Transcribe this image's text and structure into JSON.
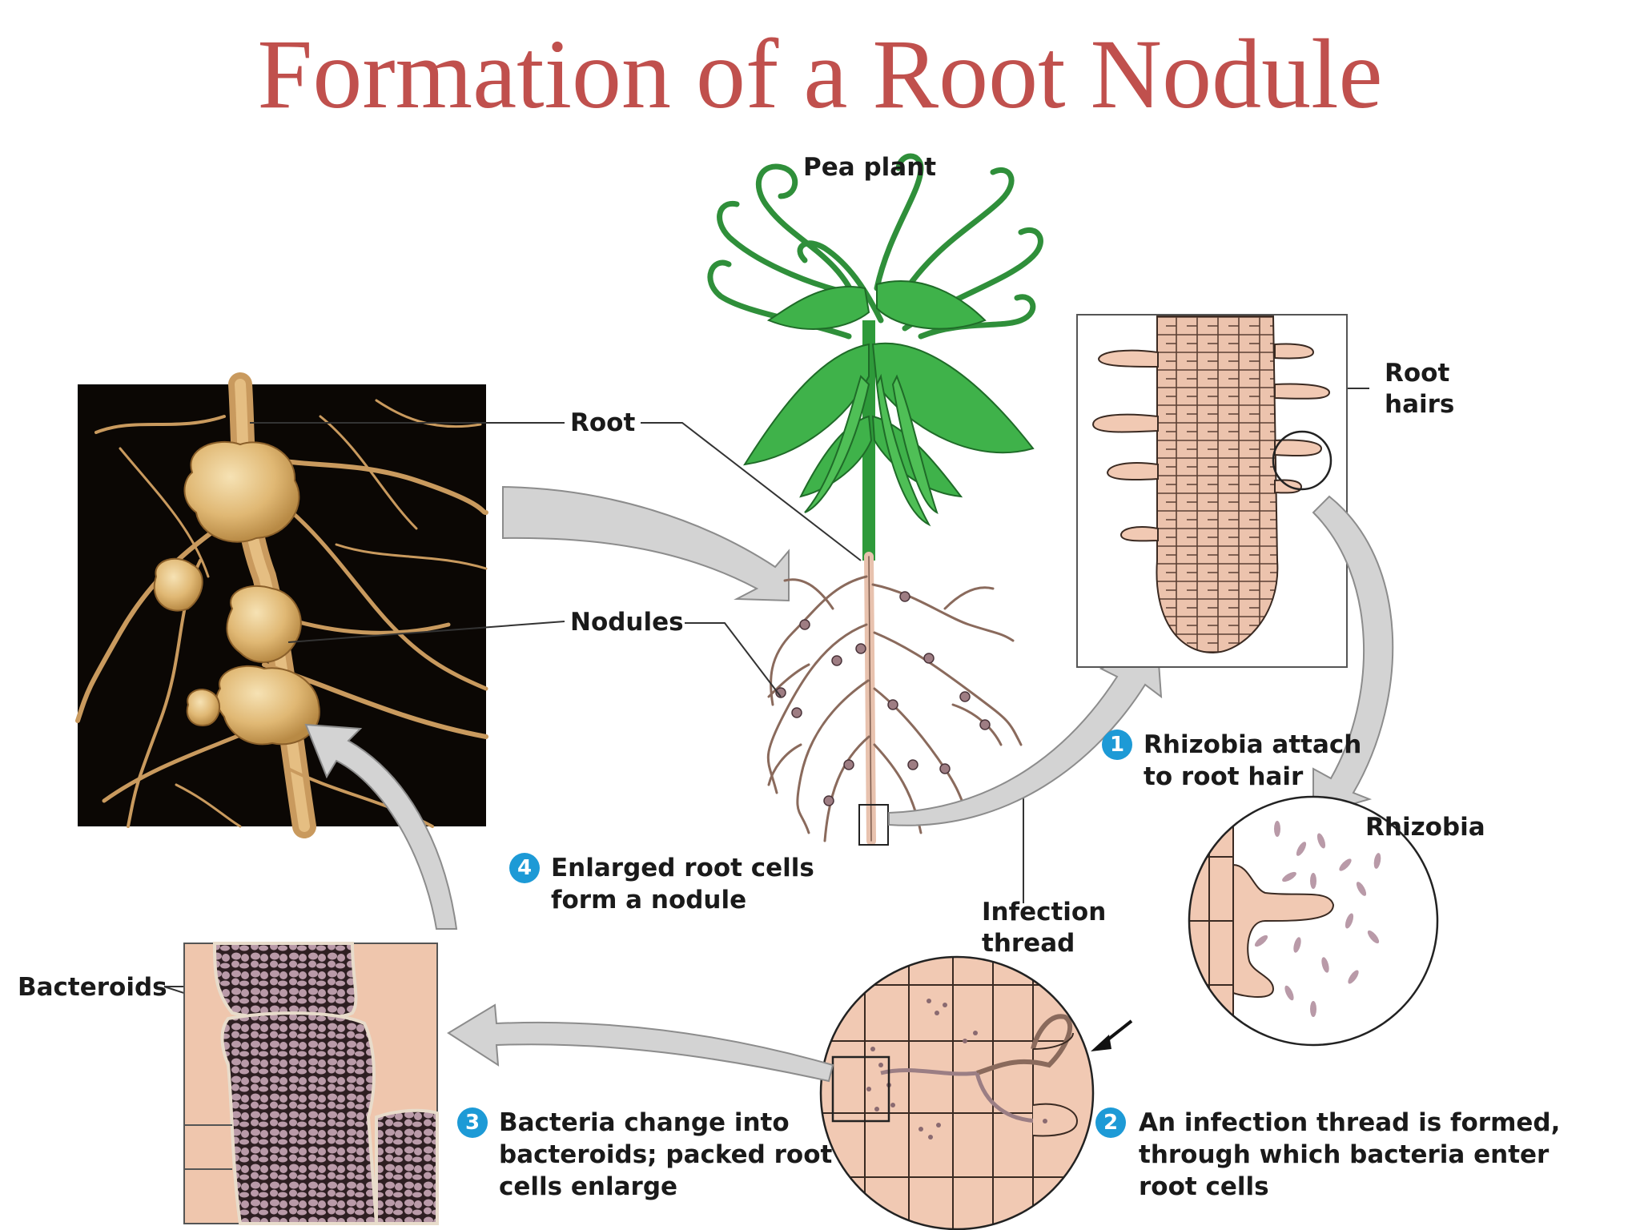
{
  "title": "Formation of a Root Nodule",
  "labels": {
    "pea_plant": "Pea plant",
    "root": "Root",
    "nodules": "Nodules",
    "root_hairs_line1": "Root",
    "root_hairs_line2": "hairs",
    "rhizobia": "Rhizobia",
    "infection_thread_line1": "Infection",
    "infection_thread_line2": "thread",
    "bacteroids": "Bacteroids"
  },
  "steps": [
    {
      "number": "1",
      "lines": [
        "Rhizobia attach",
        "to root hair"
      ]
    },
    {
      "number": "2",
      "lines": [
        "An infection thread is formed,",
        "through which bacteria enter",
        "root cells"
      ]
    },
    {
      "number": "3",
      "lines": [
        "Bacteria change into",
        "bacteroids; packed root",
        "cells enlarge"
      ]
    },
    {
      "number": "4",
      "lines": [
        "Enlarged root cells",
        "form a nodule"
      ]
    }
  ],
  "colors": {
    "title": "#c0504d",
    "step_badge": "#1d9ad6",
    "leaf_green": "#3fb24a",
    "tendril_green": "#2f8f3a",
    "root_tissue": "#f1c9b3",
    "cell_outline": "#3a2a22",
    "bacteroid_fill": "#b99aa8",
    "arrow_gray": "#c8c8c8",
    "photo_background": "#0b0704",
    "nodule_tan": "#e6c283"
  }
}
